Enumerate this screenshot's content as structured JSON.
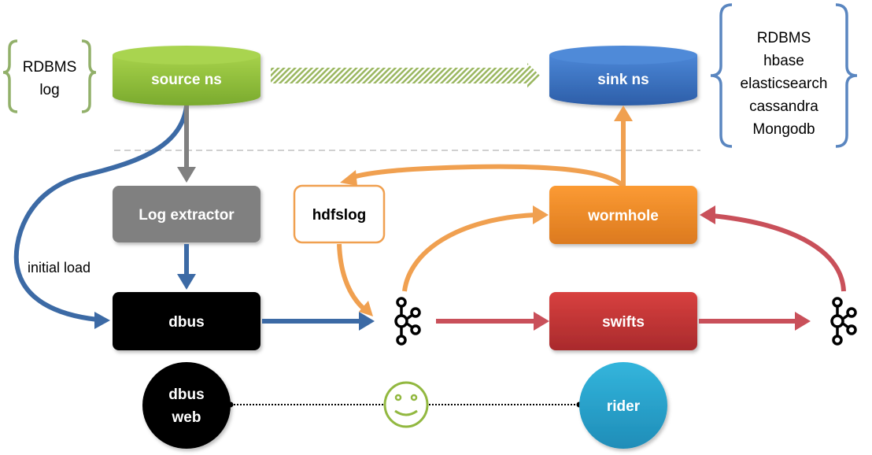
{
  "colors": {
    "source_green": "#8fbf3a",
    "sink_blue": "#3a72c4",
    "gray": "#808080",
    "black": "#000000",
    "orange": "#f28c28",
    "red": "#c8383a",
    "rider_blue": "#2aa3cc",
    "blue_arrow": "#3c6aa5",
    "red_arrow": "#c9505a",
    "orange_arrow": "#f0a050",
    "bracket_green": "#92b06a",
    "bracket_blue": "#5a86c0"
  },
  "source_brace": {
    "lines": [
      "RDBMS",
      "log"
    ]
  },
  "sink_brace": {
    "lines": [
      "RDBMS",
      "hbase",
      "elasticsearch",
      "cassandra",
      "Mongodb"
    ]
  },
  "nodes": {
    "source_ns": "source ns",
    "sink_ns": "sink ns",
    "log_extractor": "Log extractor",
    "dbus": "dbus",
    "hdfslog": "hdfslog",
    "wormhole": "wormhole",
    "swifts": "swifts",
    "dbus_web_line1": "dbus",
    "dbus_web_line2": "web",
    "rider": "rider"
  },
  "edge_labels": {
    "initial_load": "initial load"
  },
  "icons": {
    "kafka_left": "kafka-icon",
    "kafka_right": "kafka-icon",
    "smiley": "smiley-icon"
  }
}
